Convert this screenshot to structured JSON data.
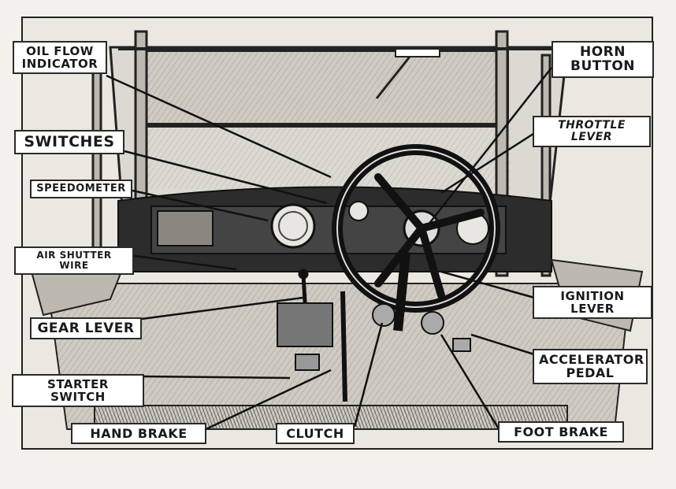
{
  "labels": {
    "oil_flow_indicator": "OIL FLOW\nINDICATOR",
    "horn_button": "HORN\nBUTTON",
    "throttle_lever": "THROTTLE LEVER",
    "switches": "SWITCHES",
    "speedometer": "SPEEDOMETER",
    "air_shutter_wire": "AIR SHUTTER WIRE",
    "ignition_lever": "IGNITION LEVER",
    "gear_lever": "GEAR LEVER",
    "starter_switch": "STARTER SWITCH",
    "accelerator_pedal": "ACCELERATOR\nPEDAL",
    "hand_brake": "HAND BRAKE",
    "clutch": "CLUTCH",
    "foot_brake": "FOOT BRAKE"
  },
  "colors": {
    "ink": "#1f1f1f",
    "paper": "#f3f1ec",
    "label_bg": "#ffffff"
  }
}
